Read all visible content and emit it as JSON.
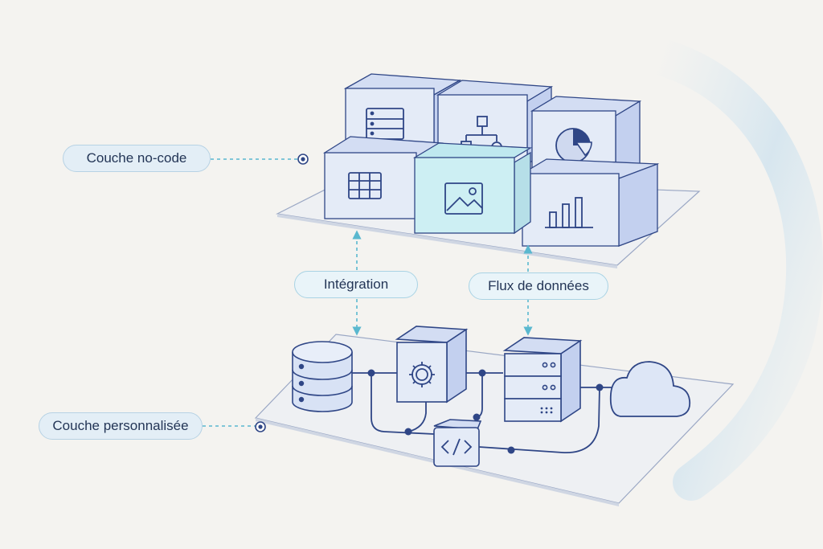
{
  "labels": {
    "nocode_layer": "Couche no-code",
    "custom_layer": "Couche personnalisée",
    "integration": "Intégration",
    "data_flow": "Flux de données"
  },
  "colors": {
    "background": "#f4f3f0",
    "block_face": "#e4ebf7",
    "block_side": "#c3d0ef",
    "block_top": "#d3ddf3",
    "highlight_face": "#cdeff3",
    "outline": "#2f4686",
    "accent_teal": "#5ab8cf",
    "pill_border": "#a9d3e4",
    "text": "#233556"
  },
  "nocode_icons": [
    "database-table-icon",
    "flowchart-icon",
    "pie-chart-icon",
    "spreadsheet-grid-icon",
    "image-icon",
    "bar-chart-icon"
  ],
  "custom_icons": [
    "database-cylinder-icon",
    "gear-icon",
    "server-rack-icon",
    "cloud-icon",
    "code-brackets-icon"
  ]
}
